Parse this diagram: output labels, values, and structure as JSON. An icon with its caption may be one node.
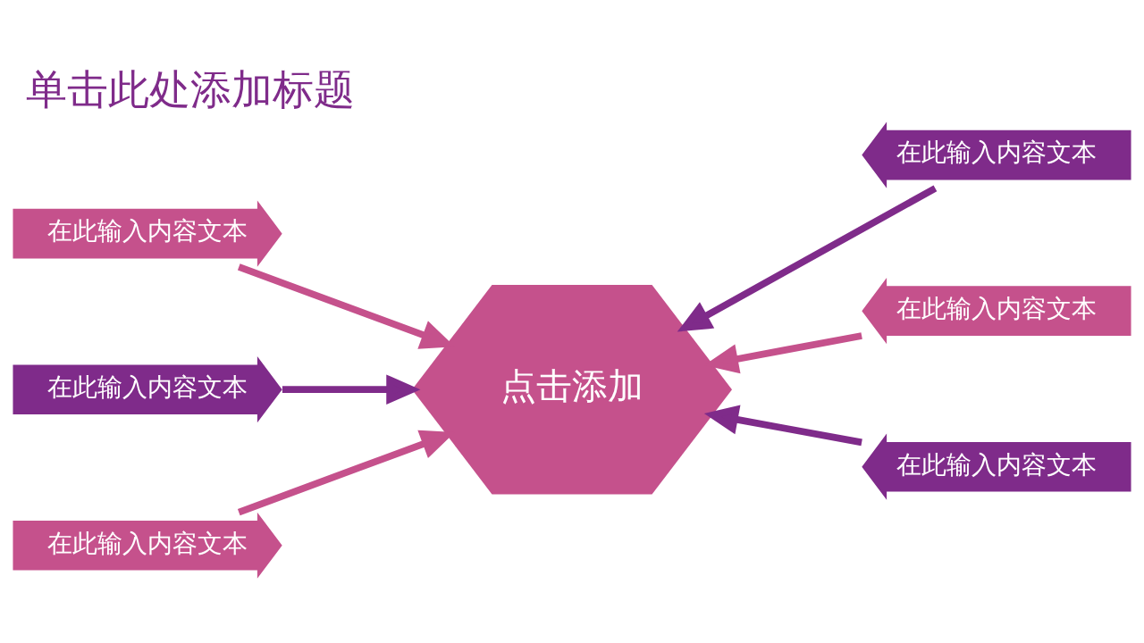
{
  "diagram": {
    "title": "单击此处添加标题",
    "nodes": [
      {
        "text": [
          "在此输入内容文本"
        ]
      },
      {
        "text": [
          "在此输入内容文本"
        ]
      },
      {
        "text": [
          "在此输入内容文本"
        ]
      },
      {
        "text": [
          "点击添加"
        ]
      },
      {
        "text": [
          "在此输入内容文本"
        ]
      },
      {
        "text": [
          "在此输入内容文本"
        ]
      },
      {
        "text": [
          "在此输入内容文本"
        ]
      }
    ],
    "edges": [
      {
        "from": 0,
        "to": 3,
        "arrow": "to"
      },
      {
        "from": 1,
        "to": 3,
        "arrow": "to",
        "color": "#7f2b8a"
      },
      {
        "from": 2,
        "to": 3,
        "arrow": "to",
        "color": "#7f2b8a"
      },
      {
        "from": 4,
        "to": 3,
        "arrow": "to"
      },
      {
        "from": 5,
        "to": 3,
        "arrow": "to"
      },
      {
        "from": 6,
        "to": 3,
        "arrow": "to",
        "color": "#7f2b8a"
      }
    ]
  }
}
